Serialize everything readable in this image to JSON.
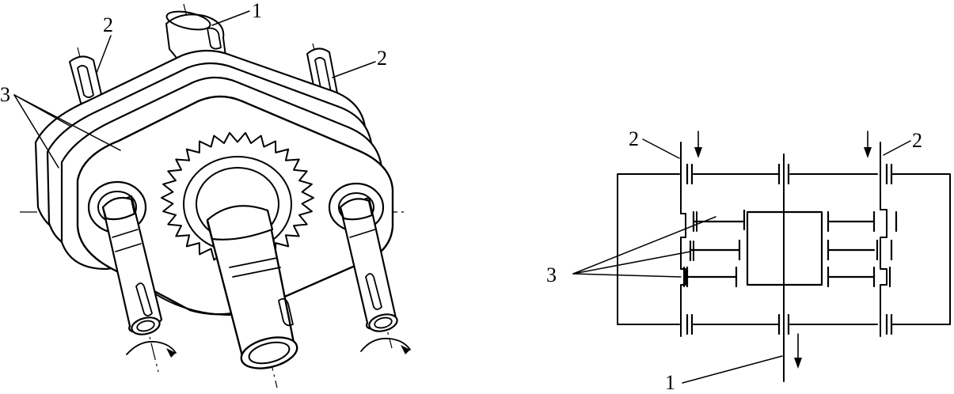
{
  "left_figure": {
    "labels": {
      "output_shaft": "1",
      "input_shaft_left": "2",
      "input_shaft_right": "2",
      "gears": "3"
    }
  },
  "right_figure": {
    "labels": {
      "output_shaft": "1",
      "input_shaft_left": "2",
      "input_shaft_right": "2",
      "gears": "3"
    }
  }
}
